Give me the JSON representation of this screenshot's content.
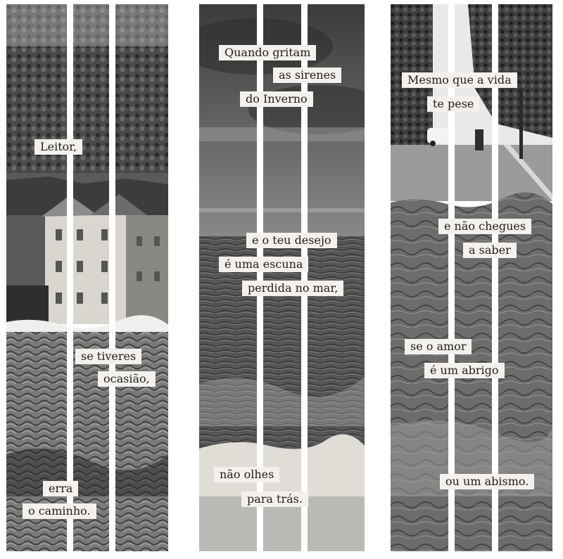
{
  "colors": {
    "background": "#ffffff",
    "stripe": "#ffffff",
    "label_bg": "#f4f1ec",
    "label_text": "#202020"
  },
  "panels": [
    {
      "scene": "village-on-hill-over-sea",
      "labels": [
        "Leitor,",
        "se tiveres",
        "ocasião,",
        "erra",
        "o caminho."
      ]
    },
    {
      "scene": "stormy-sea-horizon",
      "labels": [
        "Quando gritam",
        "as sirenes",
        "do Inverno",
        "e o teu desejo",
        "é uma escuna",
        "perdida no mar,",
        "não olhes",
        "para trás."
      ]
    },
    {
      "scene": "tree-lined-street-over-sea",
      "labels": [
        "Mesmo que a vida",
        "te pese",
        "e não chegues",
        "a saber",
        "se o amor",
        "é um abrigo",
        "ou um abismo."
      ]
    }
  ]
}
